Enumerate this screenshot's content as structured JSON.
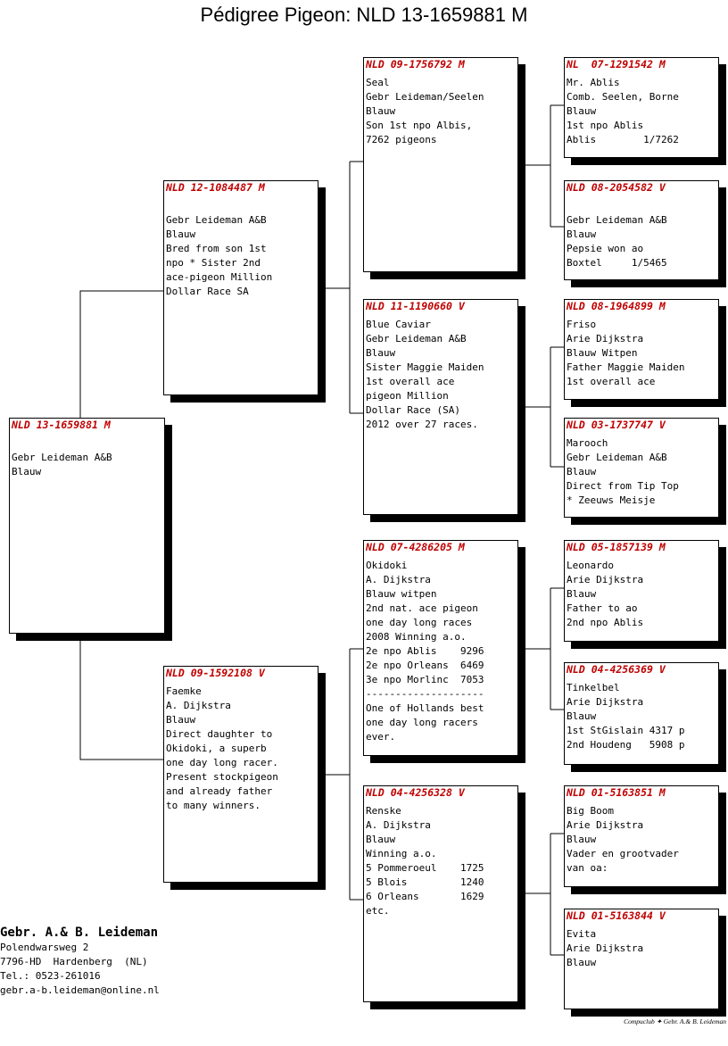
{
  "title": "Pédigree Pigeon: NLD 13-1659881 M",
  "birds": {
    "subject": {
      "ring": "NLD 13-1659881 M",
      "lines": [
        "",
        "Gebr Leideman A&B",
        "Blauw"
      ]
    },
    "sire": {
      "ring": "NLD 12-1084487 M",
      "lines": [
        "",
        "Gebr Leideman A&B",
        "Blauw",
        "Bred from son 1st",
        "npo * Sister 2nd",
        "ace-pigeon Million",
        "Dollar Race SA"
      ]
    },
    "dam": {
      "ring": "NLD 09-1592108 V",
      "lines": [
        "Faemke",
        "A. Dijkstra",
        "Blauw",
        "Direct daughter to",
        "Okidoki, a superb",
        "one day long racer.",
        "Present stockpigeon",
        "and already father",
        "to many winners."
      ]
    },
    "ss": {
      "ring": "NLD 09-1756792 M",
      "lines": [
        "Seal",
        "Gebr Leideman/Seelen",
        "Blauw",
        "Son 1st npo Albis,",
        "7262 pigeons"
      ]
    },
    "sd": {
      "ring": "NLD 11-1190660 V",
      "lines": [
        "Blue Caviar",
        "Gebr Leideman A&B",
        "Blauw",
        "Sister Maggie Maiden",
        "1st overall ace",
        "pigeon Million",
        "Dollar Race (SA)",
        "2012 over 27 races."
      ]
    },
    "ds": {
      "ring": "NLD 07-4286205 M",
      "lines": [
        "Okidoki",
        "A. Dijkstra",
        "Blauw witpen",
        "2nd nat. ace pigeon",
        "one day long races",
        "2008 Winning a.o.",
        "2e npo Ablis    9296",
        "2e npo Orleans  6469",
        "3e npo Morlinc  7053",
        "--------------------",
        "One of Hollands best",
        "one day long racers",
        "ever."
      ]
    },
    "dd": {
      "ring": "NLD 04-4256328 V",
      "lines": [
        "Renske",
        "A. Dijkstra",
        "Blauw",
        "Winning a.o.",
        "5 Pommeroeul    1725",
        "5 Blois         1240",
        "6 Orleans       1629",
        "etc."
      ]
    },
    "sss": {
      "ring": "NL  07-1291542 M",
      "lines": [
        "Mr. Ablis",
        "Comb. Seelen, Borne",
        "Blauw",
        "1st npo Ablis",
        "Ablis        1/7262"
      ]
    },
    "ssd": {
      "ring": "NLD 08-2054582 V",
      "lines": [
        "",
        "Gebr Leideman A&B",
        "Blauw",
        "Pepsie won ao",
        "Boxtel     1/5465"
      ]
    },
    "sds": {
      "ring": "NLD 08-1964899 M",
      "lines": [
        "Friso",
        "Arie Dijkstra",
        "Blauw Witpen",
        "Father Maggie Maiden",
        "1st overall ace"
      ]
    },
    "sdd": {
      "ring": "NLD 03-1737747 V",
      "lines": [
        "Marooch",
        "Gebr Leideman A&B",
        "Blauw",
        "Direct from Tip Top",
        "* Zeeuws Meisje"
      ]
    },
    "dss": {
      "ring": "NLD 05-1857139 M",
      "lines": [
        "Leonardo",
        "Arie Dijkstra",
        "Blauw",
        "Father to ao",
        "2nd npo Ablis"
      ]
    },
    "dsd": {
      "ring": "NLD 04-4256369 V",
      "lines": [
        "Tinkelbel",
        "Arie Dijkstra",
        "Blauw",
        "1st StGislain 4317 p",
        "2nd Houdeng   5908 p"
      ]
    },
    "dds": {
      "ring": "NLD 01-5163851 M",
      "lines": [
        "Big Boom",
        "Arie Dijkstra",
        "Blauw",
        "Vader en grootvader",
        "van oa:"
      ]
    },
    "ddd": {
      "ring": "NLD 01-5163844 V",
      "lines": [
        "Evita",
        "Arie Dijkstra",
        "Blauw"
      ]
    }
  },
  "owner": {
    "name": "Gebr. A.& B. Leideman",
    "address": "Polendwarsweg 2",
    "city": "7796-HD  Hardenberg  (NL)",
    "phone": "Tel.: 0523-261016",
    "email": "gebr.a-b.leideman@online.nl"
  },
  "footer": "Compuclub ✦ Gebr. A.& B. Leideman"
}
